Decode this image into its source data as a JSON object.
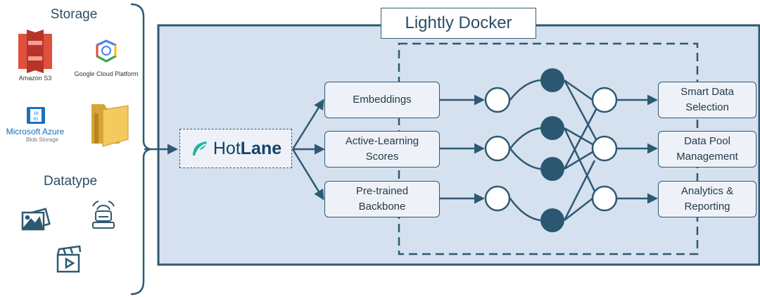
{
  "title": "Lightly Docker",
  "storage": {
    "heading": "Storage",
    "amazon_label": "Amazon S3",
    "gcp_label": "Google Cloud Platform",
    "azure_label": "Microsoft Azure",
    "azure_sub": "Blob Storage"
  },
  "datatype": {
    "heading": "Datatype"
  },
  "hotlane": {
    "prefix": "Hot",
    "suffix": "Lane"
  },
  "inputs": [
    {
      "line1": "Embeddings",
      "line2": ""
    },
    {
      "line1": "Active-Learning",
      "line2": "Scores"
    },
    {
      "line1": "Pre-trained",
      "line2": "Backbone"
    }
  ],
  "outputs": [
    {
      "line1": "Smart Data",
      "line2": "Selection"
    },
    {
      "line1": "Data Pool",
      "line2": "Management"
    },
    {
      "line1": "Analytics &",
      "line2": "Reporting"
    }
  ],
  "colors": {
    "frame": "#2e5972",
    "panel": "#d6e1f0",
    "node_dark": "#2a5872",
    "text": "#263a4a",
    "hotlane_accent": "#22b5a0"
  }
}
